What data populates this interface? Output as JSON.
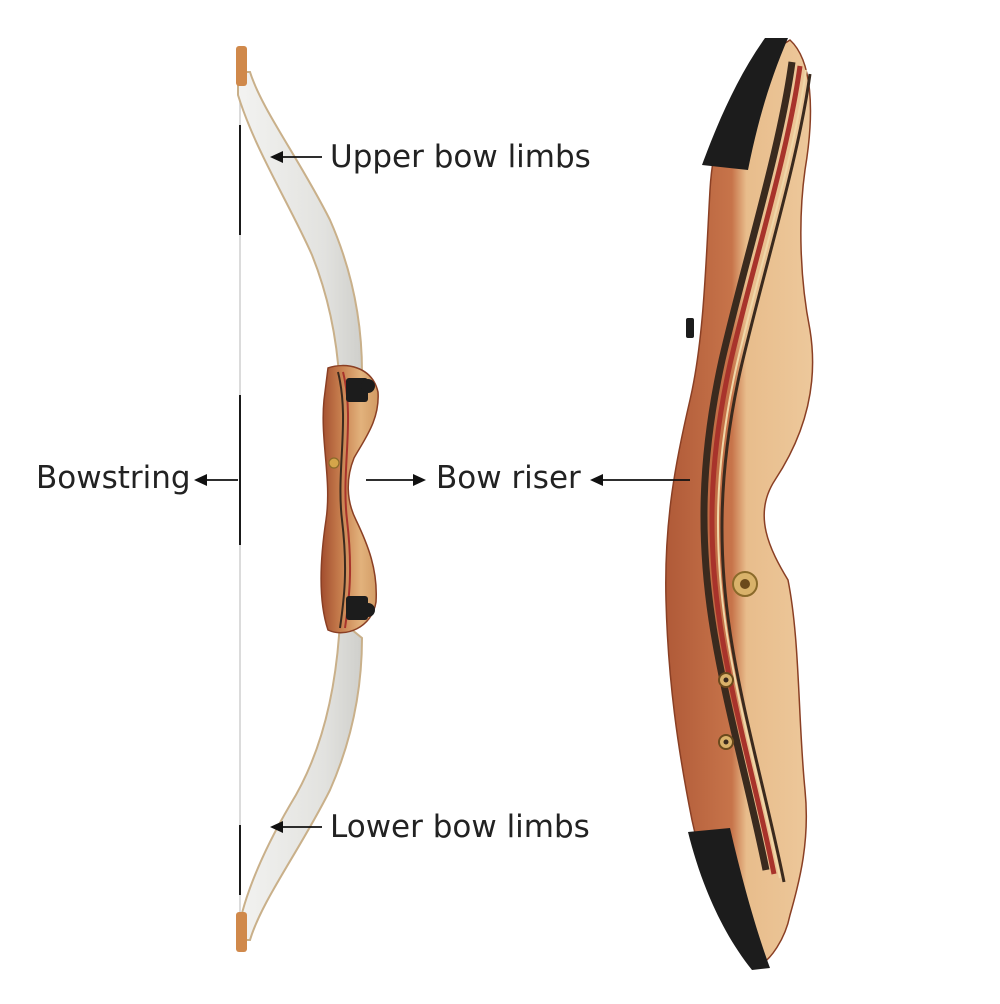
{
  "labels": {
    "upper_limbs": "Upper bow limbs",
    "lower_limbs": "Lower bow limbs",
    "bow_riser": "Bow riser",
    "bowstring": "Bowstring"
  },
  "colors": {
    "limb_fill": "#e9e9e6",
    "limb_edge": "#c9b08a",
    "riser_wood": "#b5603c",
    "riser_light": "#e2b27c",
    "accent_red": "#a8332b",
    "accent_dark": "#3a2a1e",
    "limb_pocket": "#1c1c1c",
    "text": "#222222"
  }
}
